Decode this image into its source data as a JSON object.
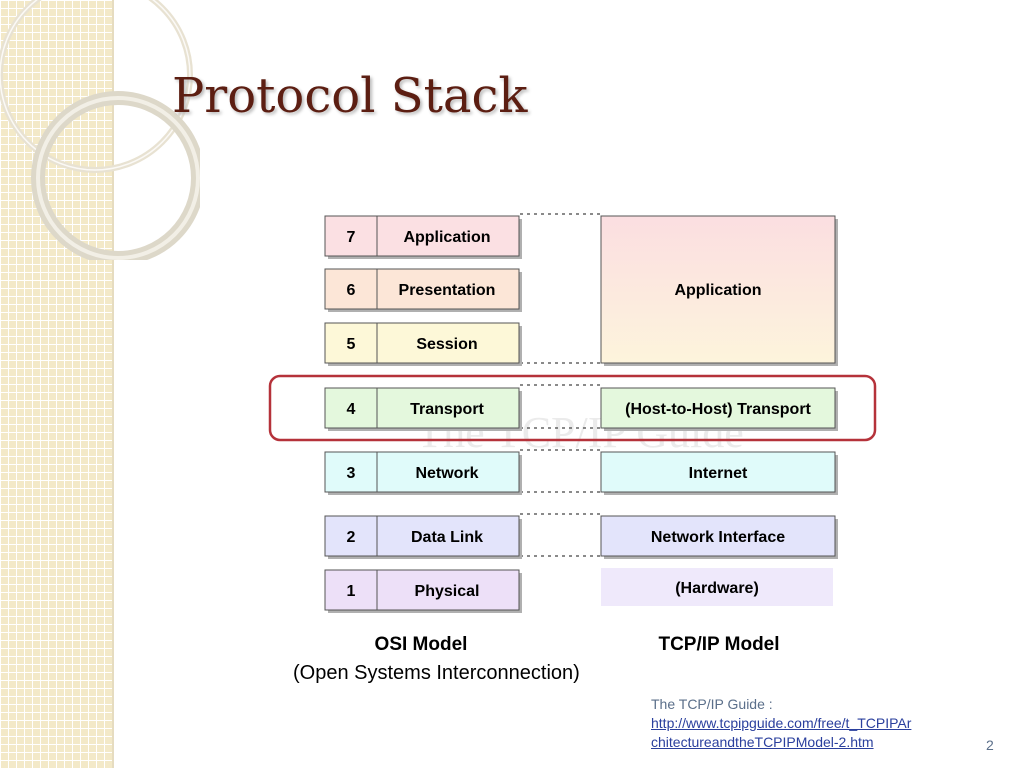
{
  "slide": {
    "title": "Protocol Stack",
    "subtitle": "(Open Systems  Interconnection)",
    "source_label": "The TCP/IP Guide :",
    "source_url_line1": "http://www.tcpipguide.com/free/t_TCPIPAr",
    "source_url_line2": "chitectureandtheTCPIPModel-2.htm",
    "page_number": "2"
  },
  "diagram": {
    "osi_caption": "OSI Model",
    "tcpip_caption": "TCP/IP Model",
    "watermark": "The TCP/IP Guide",
    "osi_layers": [
      {
        "number": "7",
        "name": "Application",
        "color": "#fbe0e3"
      },
      {
        "number": "6",
        "name": "Presentation",
        "color": "#fce6d7"
      },
      {
        "number": "5",
        "name": "Session",
        "color": "#fdf8d8"
      },
      {
        "number": "4",
        "name": "Transport",
        "color": "#e4f8dd"
      },
      {
        "number": "3",
        "name": "Network",
        "color": "#e0fbfa"
      },
      {
        "number": "2",
        "name": "Data Link",
        "color": "#e3e4fb"
      },
      {
        "number": "1",
        "name": "Physical",
        "color": "#ede0f8"
      }
    ],
    "tcpip_layers": [
      {
        "name": "Application"
      },
      {
        "name": "(Host-to-Host) Transport",
        "color": "#e4f8dd"
      },
      {
        "name": "Internet",
        "color": "#e0fbfa"
      },
      {
        "name": "Network Interface",
        "color": "#e3e4fb"
      },
      {
        "name": "(Hardware)",
        "color": "#efe9fb"
      }
    ],
    "highlight_color": "#b5323a"
  }
}
